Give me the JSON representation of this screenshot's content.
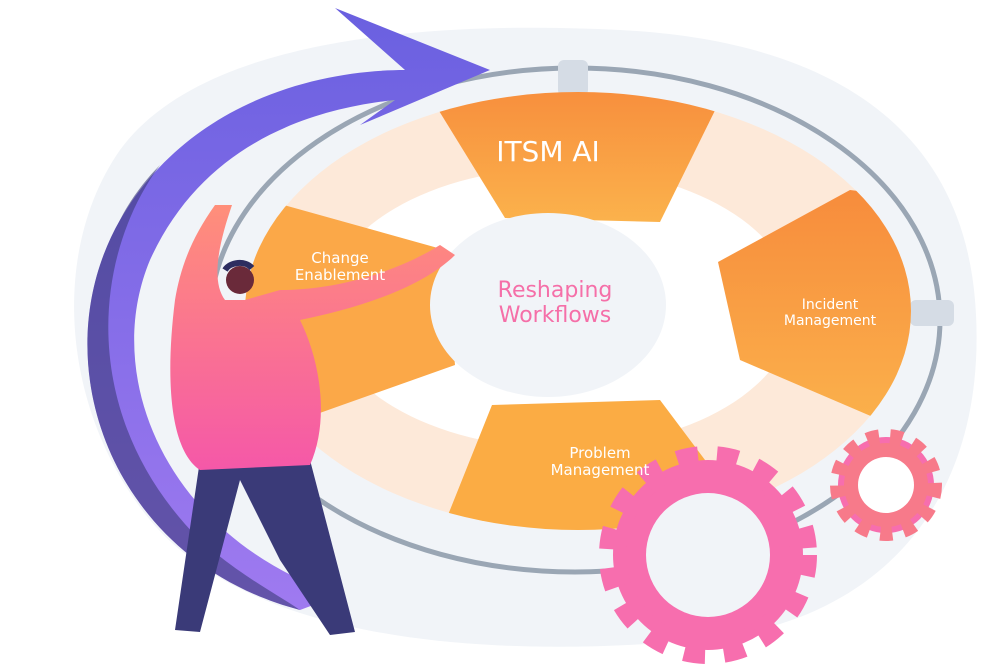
{
  "diagram": {
    "top_segment": "ITSM AI",
    "center": [
      "Reshaping",
      "Workflows"
    ],
    "left_segment": [
      "Change",
      "Enablement"
    ],
    "right_segment": [
      "Incident",
      "Management"
    ],
    "bottom_segment": [
      "Problem",
      "Management"
    ]
  },
  "colors": {
    "orange": "#f8943f",
    "orange_light": "#fbb04a",
    "pale": "#fde9d9",
    "center_text": "#f56fa8",
    "arrow": "#7b6ae6",
    "gear": "#f76eae",
    "orbit": "#9aa6b4"
  }
}
